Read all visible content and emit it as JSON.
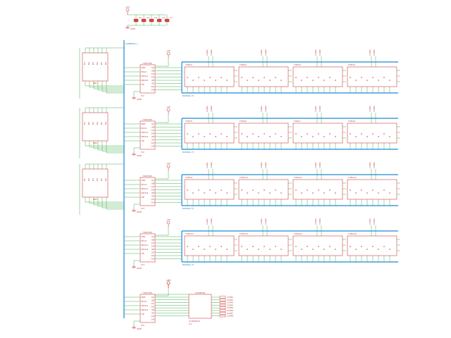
{
  "sheet": {
    "accent_part": "#d04040",
    "accent_wire": "#4caf50",
    "accent_bus": "#1a8ad4"
  },
  "power": {
    "vcc_label": "+5V",
    "gnd_label": "GND"
  },
  "caps": {
    "labels": [
      "C5",
      "C4",
      "C3",
      "C2",
      "C1"
    ]
  },
  "bus": {
    "control_label": "CONTROL_?",
    "data_labels": [
      "DATA[0..7]",
      "DATA[0..7]",
      "DATA[0..7]",
      "DATA[0..7]"
    ]
  },
  "shift_registers": {
    "part": "74HC595",
    "refs": [
      "IC1",
      "IC2",
      "IC3",
      "IC4",
      "IC5"
    ],
    "left_pins": [
      "SER",
      "RCLK",
      "SRCLK",
      "SRCLR",
      "OE"
    ],
    "right_pins": [
      "QA",
      "QB",
      "QC",
      "QD",
      "QE",
      "QF",
      "QG",
      "QH"
    ]
  },
  "resistor_packs": {
    "refs": [
      "RN1",
      "RN2",
      "RN3"
    ]
  },
  "displays": {
    "rows": [
      [
        "TSEG1",
        "TSEG2",
        "TSEG3",
        "TSEG4"
      ],
      [
        "TSEG5",
        "TSEG6",
        "TSEG7",
        "TSEG8"
      ],
      [
        "TSEG9",
        "TSEG10",
        "TSEG11",
        "TSEG12"
      ],
      [
        "TSEG13",
        "TSEG14",
        "TSEG15",
        "TSEG16"
      ]
    ],
    "com_labels": [
      "COM1",
      "COM2"
    ]
  },
  "driver": {
    "ref": "U1",
    "part": "ULN2803A",
    "title": "COMMON",
    "outputs": [
      "COM1",
      "COM2",
      "COM3",
      "COM4",
      "COM5",
      "COM6",
      "COM7",
      "COM8"
    ]
  }
}
